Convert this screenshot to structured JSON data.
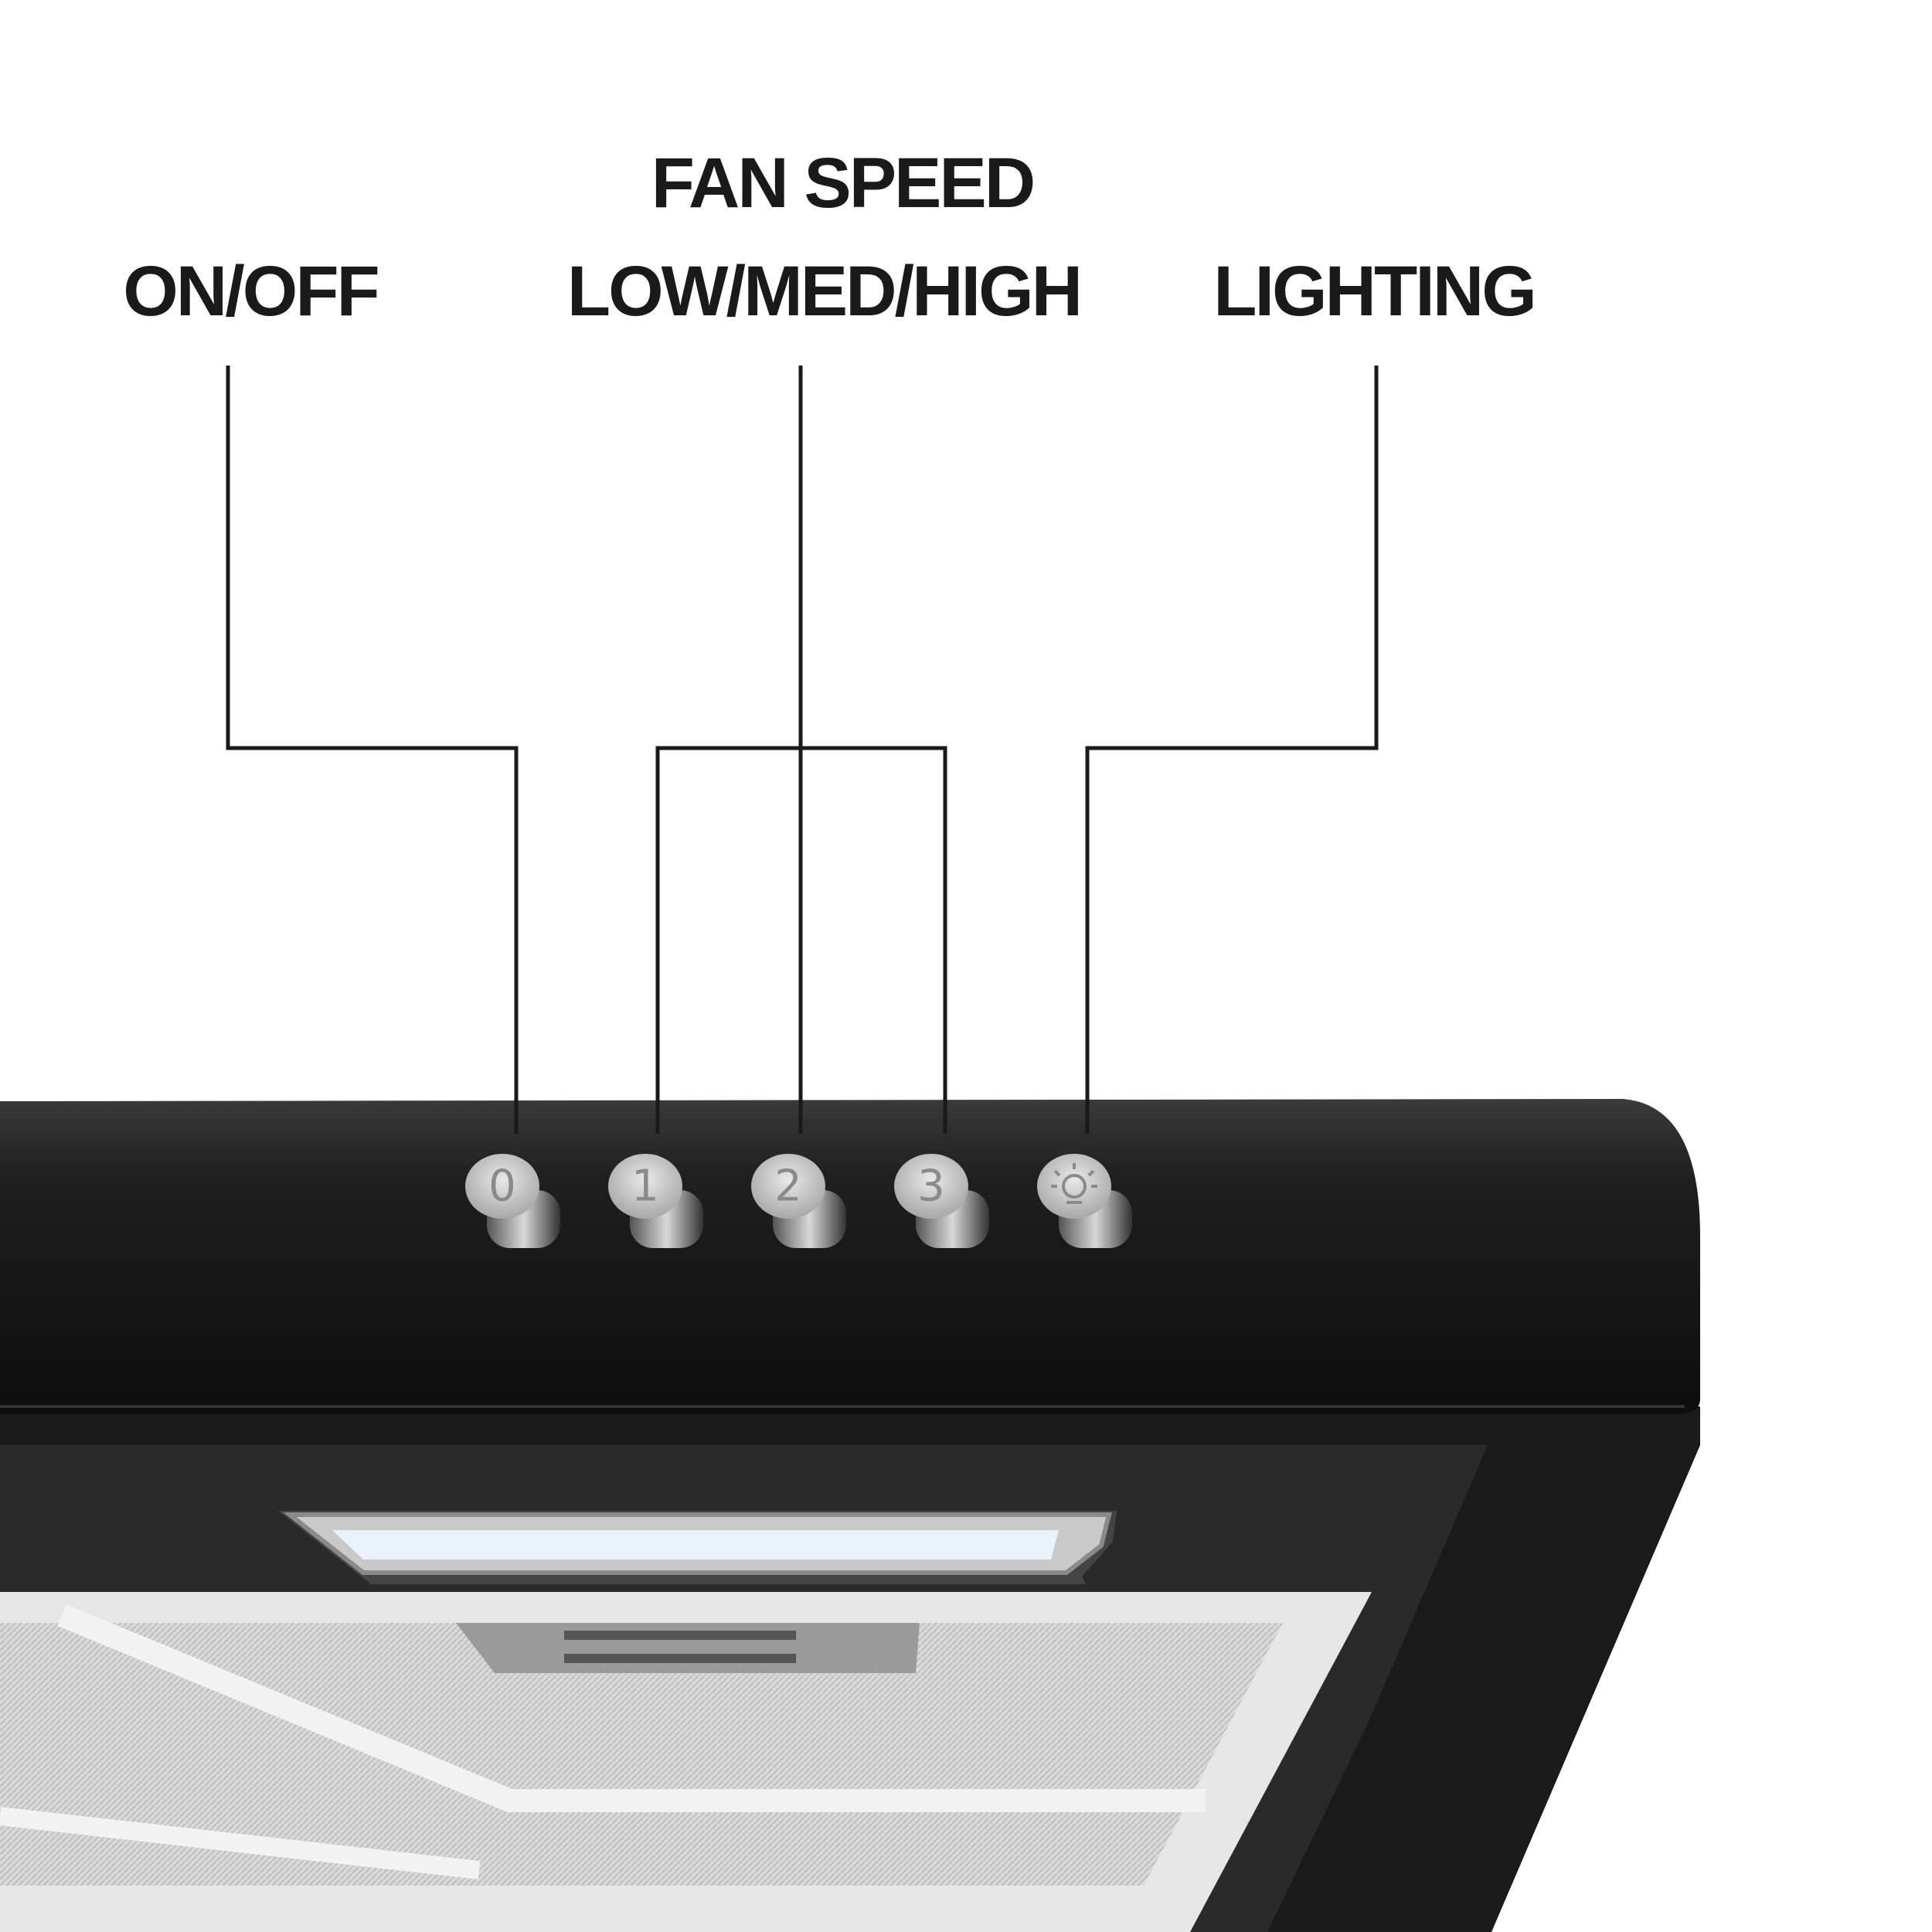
{
  "labels": {
    "fan_speed_title": "FAN SPEED",
    "on_off": "ON/OFF",
    "fan_speed_levels": "LOW/MED/HIGH",
    "lighting": "LIGHTING"
  },
  "knobs": [
    {
      "symbol": "0",
      "function": "on-off"
    },
    {
      "symbol": "1",
      "function": "low"
    },
    {
      "symbol": "2",
      "function": "med"
    },
    {
      "symbol": "3",
      "function": "high"
    },
    {
      "symbol": "",
      "function": "lighting",
      "icon": "light-bulb-icon"
    }
  ],
  "colors": {
    "hood": "#151515",
    "label": "#1a1a1a",
    "knob": "#cfcfcf"
  }
}
